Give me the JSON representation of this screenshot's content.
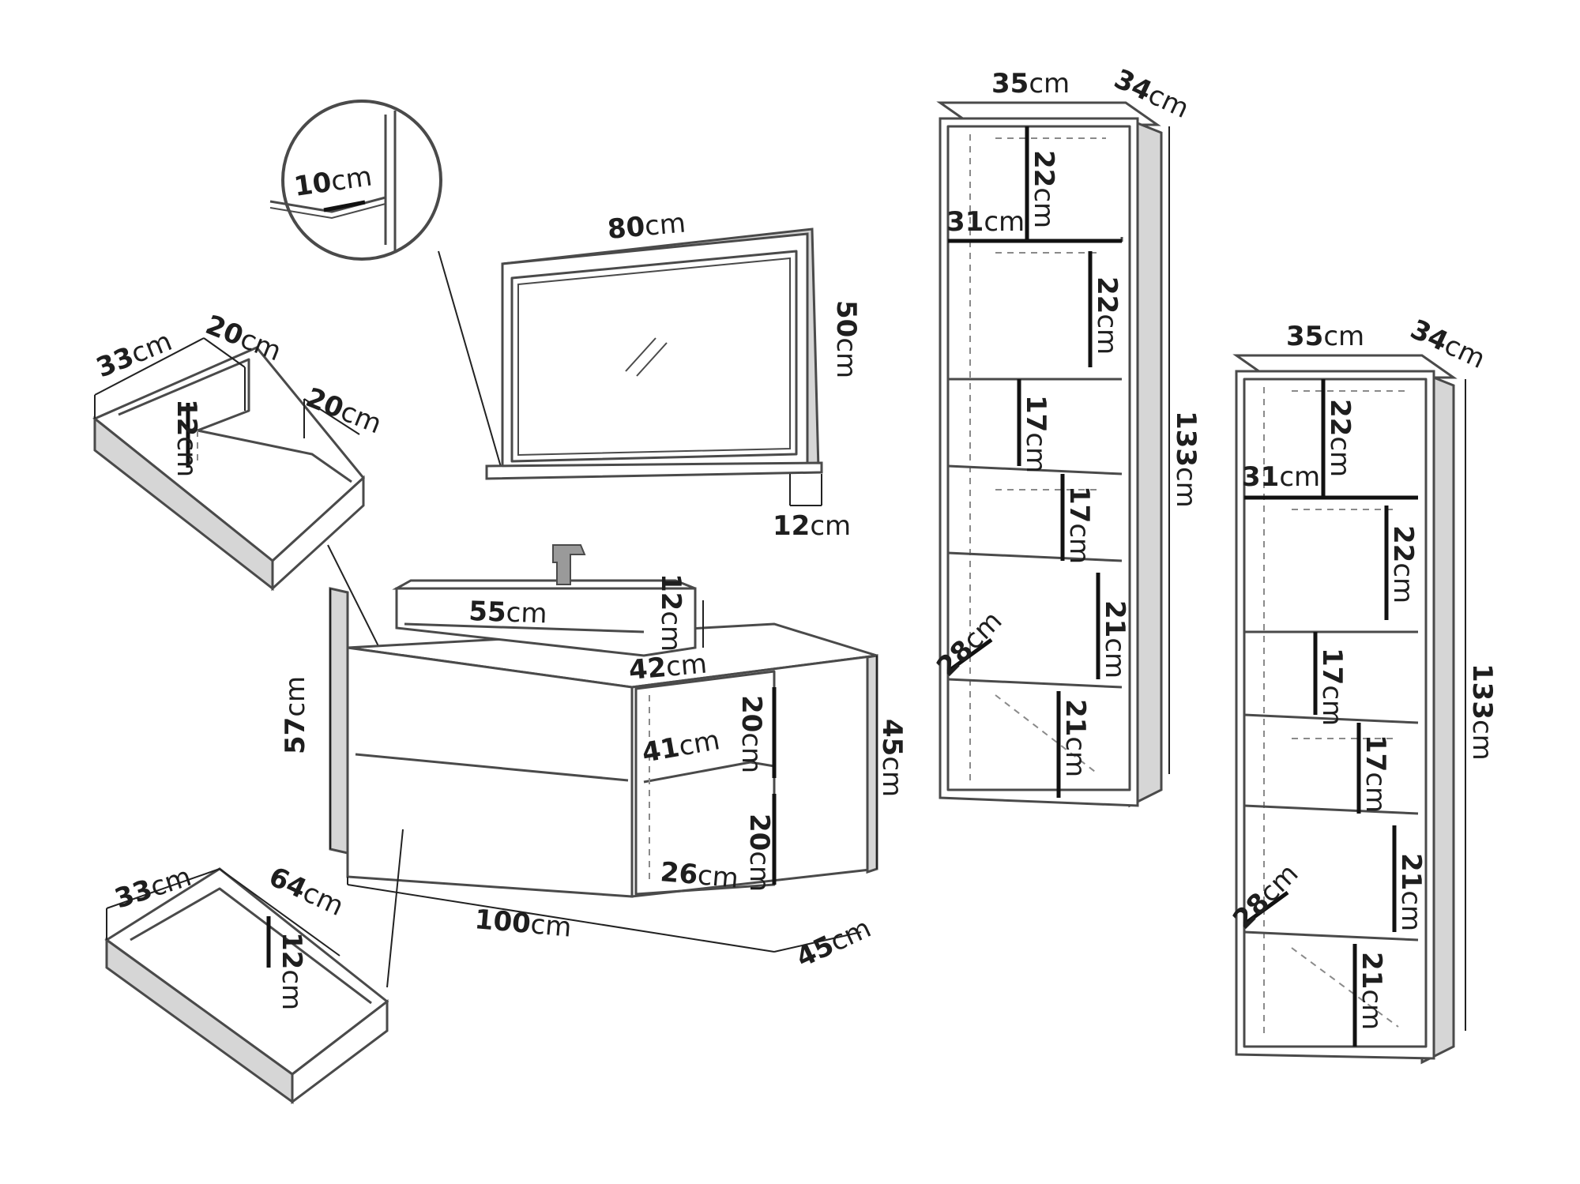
{
  "unit": "cm",
  "mirror": {
    "width": "80",
    "height": "50",
    "shelf_depth": "12",
    "detail_shelf": "10"
  },
  "top_drawer": {
    "width": "33",
    "side_left": "20",
    "side_right": "20",
    "height": "12"
  },
  "vanity": {
    "height": "57",
    "basin_width": "55",
    "basin_height": "12",
    "top_depth": "42",
    "right_height": "45",
    "width": "100",
    "depth": "45",
    "shelf_width": "41",
    "shelf_height_top": "20",
    "shelf_height_bottom": "20",
    "shelf_depth": "26"
  },
  "bottom_drawer": {
    "width": "33",
    "depth": "64",
    "height": "12"
  },
  "tall_cabinet_1": {
    "width": "35",
    "depth": "34",
    "height": "133",
    "shelf_1": "22",
    "inner_width": "31",
    "shelf_2": "22",
    "shelf_3": "17",
    "shelf_4": "17",
    "shelf_5": "21",
    "inner_depth": "28",
    "shelf_6": "21"
  },
  "tall_cabinet_2": {
    "width": "35",
    "depth": "34",
    "height": "133",
    "shelf_1": "22",
    "inner_width": "31",
    "shelf_2": "22",
    "shelf_3": "17",
    "shelf_4": "17",
    "shelf_5": "21",
    "inner_depth": "28",
    "shelf_6": "21"
  }
}
